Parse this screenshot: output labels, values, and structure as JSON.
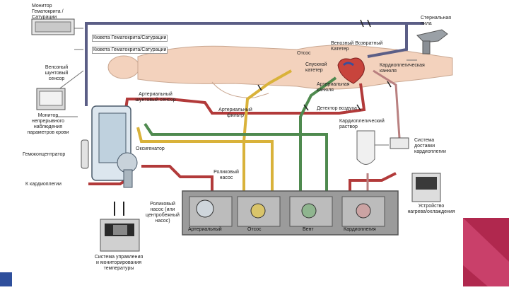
{
  "diagram": {
    "labels": {
      "monitor_hematocrit": "Монитор\nГематокрита /\nСатурации",
      "cuvette_1": "Кювета Гематокрита/Сатурации",
      "cuvette_2": "Кювета Гематокрита/Сатурации",
      "venous_shunt_sensor": "Венозный\nшунтовый\nсенсор",
      "continuous_monitor": "Монитор\nнепрерывного\nнаблюдения\nпараметров крови",
      "arterial_shunt_sensor": "Артериальный\nшунтовый сенсор",
      "arterial_filter": "Артериальный\nфильтр",
      "oxygenator": "Оксигенатор",
      "hemoconcentrator": "Гемоконцентратор",
      "to_cardioplegia": "К кардиоплегии",
      "roller_pump": "Роликовый\nнасос",
      "roller_pump_alt": "Роликовый\nнасос (или\nцентробежный\nнасос)",
      "arterial": "Артериальный",
      "suction": "Отсос",
      "vent": "Вент",
      "cardioplegia": "Кардиоплегия",
      "temp_control": "Система управления\nи мониторирования\nтемпературы",
      "sternal_saw": "Стернальная\nпила",
      "venous_return_catheter": "Венозный Возвратный\nКатетер",
      "suction_top": "Отсос",
      "descending_catheter": "Спускной\nкатетер",
      "cardioplegic_cannula": "Кардиоплегическая\nканюля",
      "arterial_cannula": "Артериальная\nканюля",
      "air_detector": "Детектор воздуха",
      "cardioplegic_solution": "Кардиоплегический\nраствор",
      "cardioplegia_delivery": "Система\nдоставки\nкардиоплегии",
      "heater_cooler": "Устройство\nнагрева/охлаждения"
    },
    "colors": {
      "venous_line": "#5b5e86",
      "arterial_line": "#b23a3a",
      "suction_line": "#d9b23a",
      "vent_line": "#4f8a4f",
      "cardioplegia_line": "#b98080",
      "corner_accent": "#b0284e",
      "corner_blue": "#2f4f9c"
    }
  }
}
